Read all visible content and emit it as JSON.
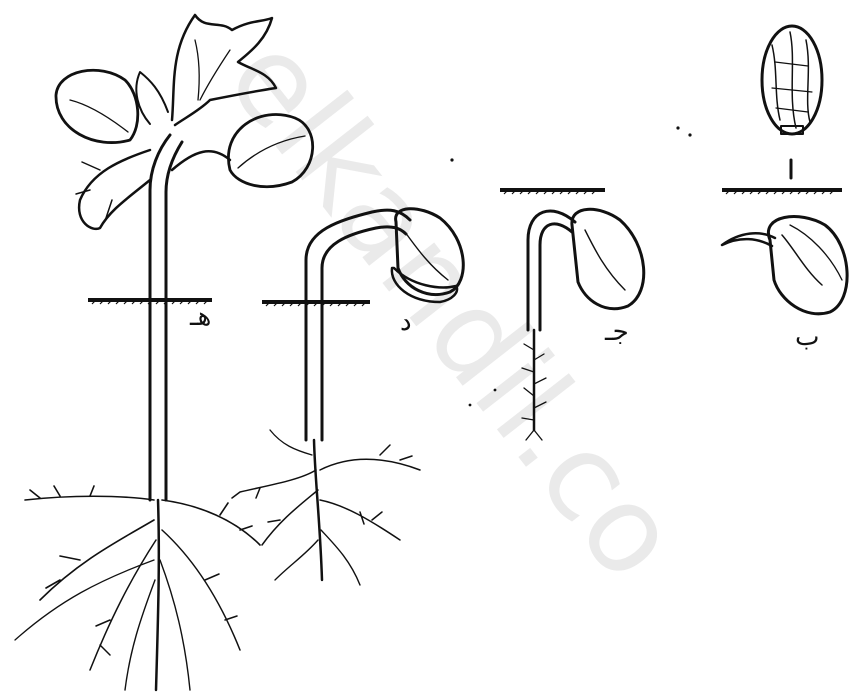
{
  "stages": [
    {
      "id": "stage-a",
      "label": "أ"
    },
    {
      "id": "stage-b",
      "label": "ب"
    },
    {
      "id": "stage-j",
      "label": "جـ"
    },
    {
      "id": "stage-d",
      "label": "د"
    },
    {
      "id": "stage-h",
      "label": "هـ"
    }
  ],
  "watermark": "elkandil.co",
  "colors": {
    "ink": "#111111",
    "background": "#ffffff",
    "watermark": "#d9d9d9"
  }
}
